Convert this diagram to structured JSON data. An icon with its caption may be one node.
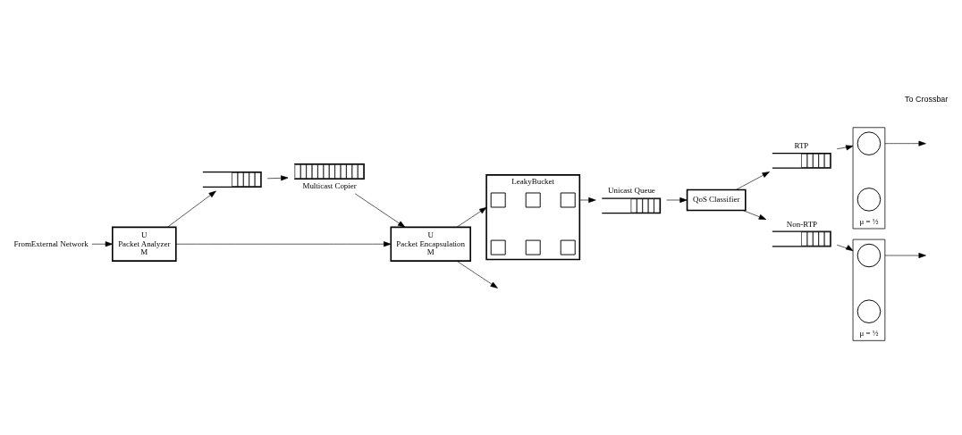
{
  "diagram": {
    "nodes": [
      {
        "text": [
          "FromExternal Network"
        ]
      },
      {
        "text": [
          "U",
          "Packet Analyzer",
          "M"
        ]
      },
      {
        "text": [],
        "shape": "queue"
      },
      {
        "text": [
          "Multicast Copier"
        ]
      },
      {
        "text": [
          "U",
          "Packet Encapsulation",
          "M"
        ]
      },
      {
        "text": [
          "LeakyBucket"
        ]
      },
      {
        "text": [],
        "shape": "box",
        "in": 5
      },
      {
        "text": [],
        "shape": "box",
        "in": 5
      },
      {
        "text": [],
        "shape": "box",
        "in": 5
      },
      {
        "text": [],
        "shape": "box",
        "in": 5
      },
      {
        "text": [],
        "shape": "box",
        "in": 5
      },
      {
        "text": [],
        "shape": "box",
        "in": 5
      },
      {
        "text": [
          "Unicast Queue"
        ]
      },
      {
        "text": [
          "QoS Classifier"
        ]
      },
      {
        "text": [
          "RTP"
        ]
      },
      {
        "text": [
          "μ = ½"
        ]
      },
      {
        "text": [],
        "shape": "circle",
        "in": 15
      },
      {
        "text": [],
        "shape": "circle",
        "in": 15
      },
      {
        "text": [
          "Non-RTP"
        ]
      },
      {
        "text": [
          "μ = ½"
        ]
      },
      {
        "text": [],
        "shape": "circle",
        "in": 19
      },
      {
        "text": [],
        "shape": "circle",
        "in": 19
      }
    ],
    "edges": [
      {
        "from": 0,
        "to": 1,
        "arrow": "to"
      },
      {
        "from": 1,
        "to": 4,
        "arrow": "to"
      },
      {
        "from": 1,
        "to": 2,
        "arrow": "to"
      },
      {
        "from": 2,
        "to": 3,
        "arrow": "to"
      },
      {
        "from": 3,
        "to": 4,
        "arrow": "to"
      },
      {
        "from": 4,
        "to": 5,
        "arrow": "to"
      },
      {
        "from": 4,
        "to": null,
        "arrow": "to"
      },
      {
        "from": 5,
        "to": 12,
        "arrow": "to"
      },
      {
        "from": 12,
        "to": 13,
        "arrow": "to"
      },
      {
        "from": 13,
        "to": 14,
        "arrow": "to"
      },
      {
        "from": 13,
        "to": 18,
        "arrow": "to"
      },
      {
        "from": 14,
        "to": 15,
        "arrow": "to"
      },
      {
        "from": 18,
        "to": 19,
        "arrow": "to"
      },
      {
        "from": 15,
        "to": null,
        "arrow": "to"
      },
      {
        "from": 19,
        "to": null,
        "arrow": "to"
      }
    ],
    "labels": [
      "To Crossbar"
    ]
  }
}
